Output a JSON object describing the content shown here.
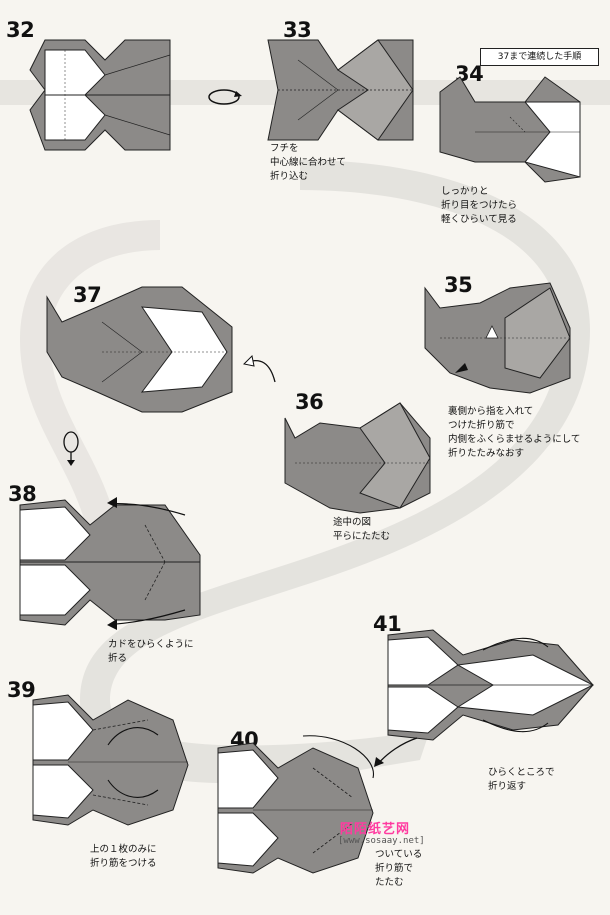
{
  "header_note": "37まで連続した手順",
  "steps": {
    "s32": {
      "number": "32"
    },
    "s33": {
      "number": "33",
      "caption": [
        "フチを",
        "中心線に合わせて",
        "折り込む"
      ]
    },
    "s34": {
      "number": "34",
      "caption": [
        "しっかりと",
        "折り目をつけたら",
        "軽くひらいて見る"
      ]
    },
    "s35": {
      "number": "35",
      "caption": [
        "裏側から指を入れて",
        "つけた折り筋で",
        "内側をふくらませるようにして",
        "折りたたみなおす"
      ]
    },
    "s36": {
      "number": "36",
      "caption": [
        "途中の図",
        "平らにたたむ"
      ]
    },
    "s37": {
      "number": "37"
    },
    "s38": {
      "number": "38",
      "caption": [
        "カドをひらくように",
        "折る"
      ]
    },
    "s39": {
      "number": "39",
      "caption": [
        "上の１枚のみに",
        "折り筋をつける"
      ]
    },
    "s40": {
      "number": "40",
      "caption": [
        "ついている",
        "折り筋で",
        "たたむ"
      ]
    },
    "s41": {
      "number": "41",
      "caption": [
        "ひらくところで",
        "折り返す"
      ]
    }
  },
  "watermark": {
    "site_name": "陌陌纸艺网",
    "url": "[www.sosaay.net]"
  },
  "colors": {
    "paper_dark": "#8c8a88",
    "paper_light": "#ffffff",
    "background": "#f7f5f0",
    "shadow_path": "#d6d4d0",
    "watermark_pink": "#ff3ba0"
  }
}
